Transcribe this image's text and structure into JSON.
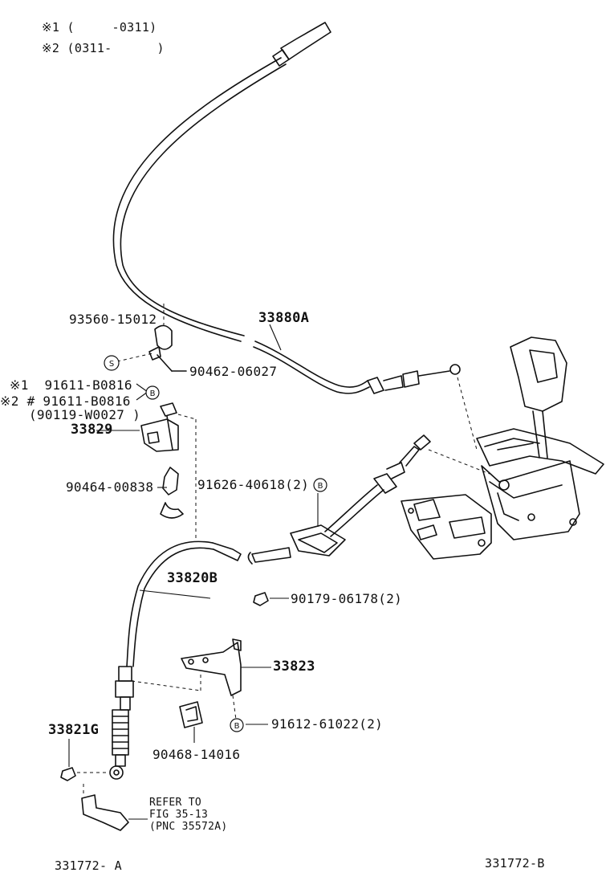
{
  "legend": {
    "note1": "※1 (     -0311)",
    "note2": "※2 (0311-      )"
  },
  "parts": {
    "p93560": "93560-15012",
    "p33880A": "33880A",
    "p90462": "90462-06027",
    "p91611_1": "※1  91611-B0816",
    "p91611_2": "※2 # 91611-B0816",
    "p90119": "(90119-W0027 )",
    "p33829": "33829",
    "p90464": "90464-00838",
    "p91626": "91626-40618(2)",
    "p33820B": "33820B",
    "p90179": "90179-06178(2)",
    "p33823": "33823",
    "p33821G": "33821G",
    "p91612": "91612-61022(2)",
    "p90468": "90468-14016"
  },
  "markers": {
    "s": "S",
    "b": "B"
  },
  "refer": {
    "line1": "REFER TO",
    "line2": "FIG 35-13",
    "line3": "(PNC 35572A)"
  },
  "catalog": {
    "left": "331772- A",
    "right": "331772-B"
  }
}
